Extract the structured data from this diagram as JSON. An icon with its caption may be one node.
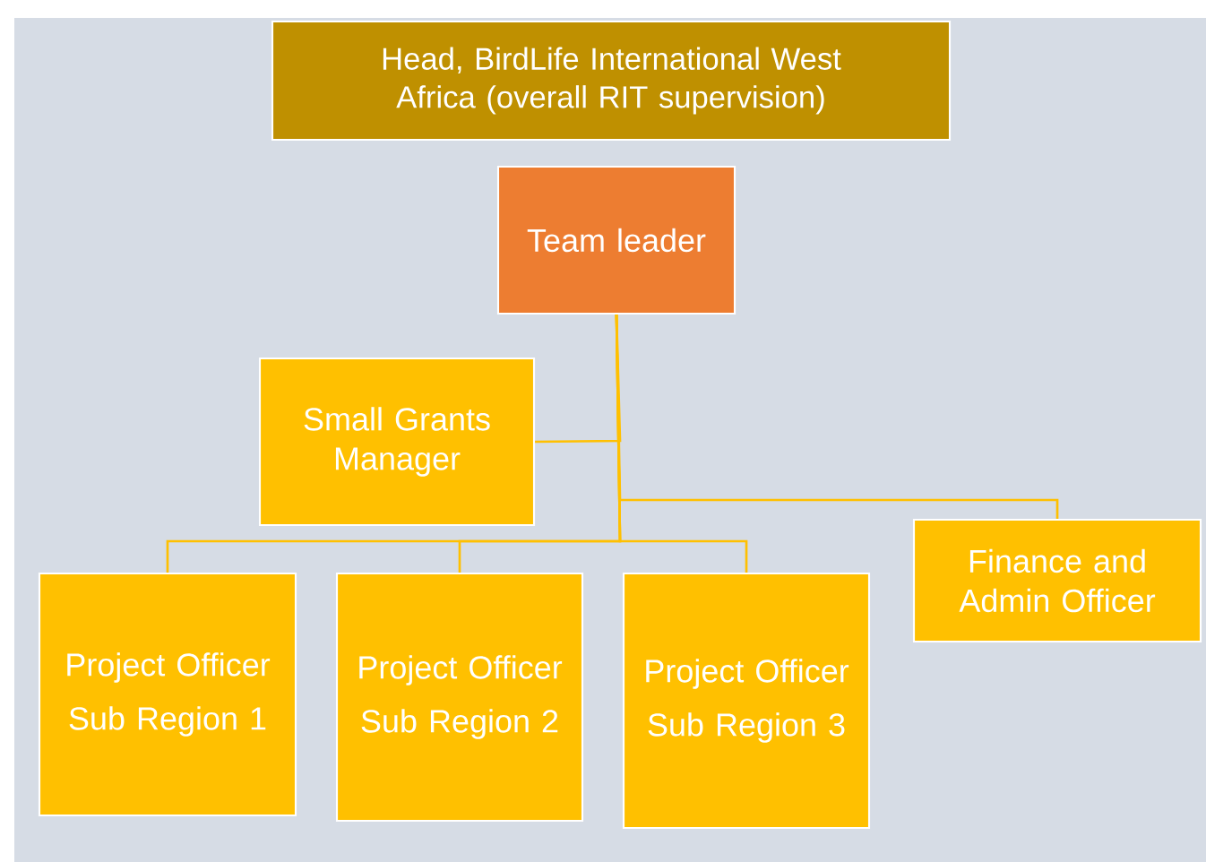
{
  "diagram": {
    "nodes": [
      {
        "text": [
          "Head, BirdLife International West Africa (overall RIT supervision)"
        ]
      },
      {
        "text": [
          "Team leader"
        ]
      },
      {
        "text": [
          "Small Grants Manager"
        ]
      },
      {
        "text": [
          "Project Officer",
          "Sub Region 1"
        ]
      },
      {
        "text": [
          "Project Officer",
          "Sub Region 2"
        ]
      },
      {
        "text": [
          "Project Officer",
          "Sub Region 3"
        ]
      },
      {
        "text": [
          "Finance and Admin Officer"
        ]
      }
    ],
    "edges": [
      {
        "from": 1,
        "to": 2,
        "arrow": "none"
      },
      {
        "from": 1,
        "to": 3,
        "arrow": "none"
      },
      {
        "from": 1,
        "to": 4,
        "arrow": "none"
      },
      {
        "from": 1,
        "to": 5,
        "arrow": "none"
      },
      {
        "from": 1,
        "to": 6,
        "arrow": "none"
      }
    ]
  }
}
